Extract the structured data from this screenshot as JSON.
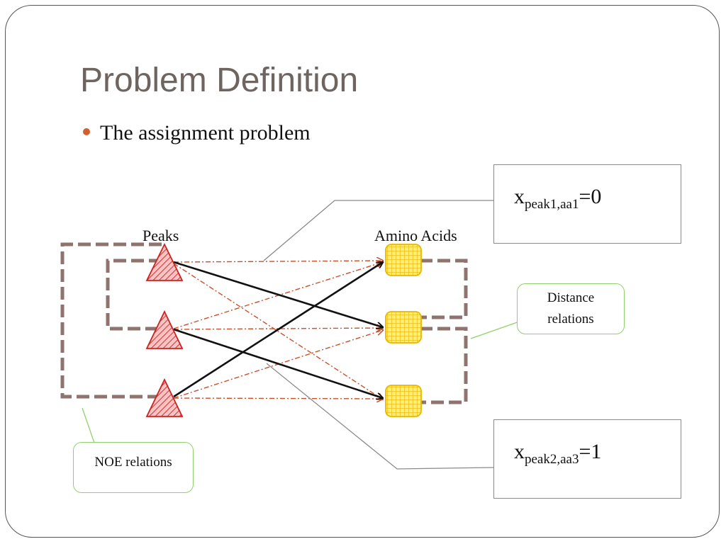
{
  "slide": {
    "title": "Problem Definition",
    "bullet": "The assignment problem"
  },
  "diagram": {
    "peaks_label": "Peaks",
    "amino_label": "Amino Acids",
    "var1": {
      "base": "x",
      "sub": "peak1,aa1",
      "rest": "=0"
    },
    "var2": {
      "base": "x",
      "sub": "peak2,aa3",
      "rest": "=1"
    },
    "distance_callout": {
      "line1": "Distance",
      "line2": "relations"
    },
    "noe_callout": "NOE relations"
  },
  "colors": {
    "title": "#6e6561",
    "bullet": "#d2602a",
    "peak_fill": "#f4b0b0",
    "peak_stroke": "#cc2222",
    "amino_fill": "#ffe86a",
    "amino_stroke": "#e8b800",
    "dashed_relation": "#7a5a55",
    "candidate_line": "#c8502a",
    "callout_border": "#8fd16a"
  }
}
